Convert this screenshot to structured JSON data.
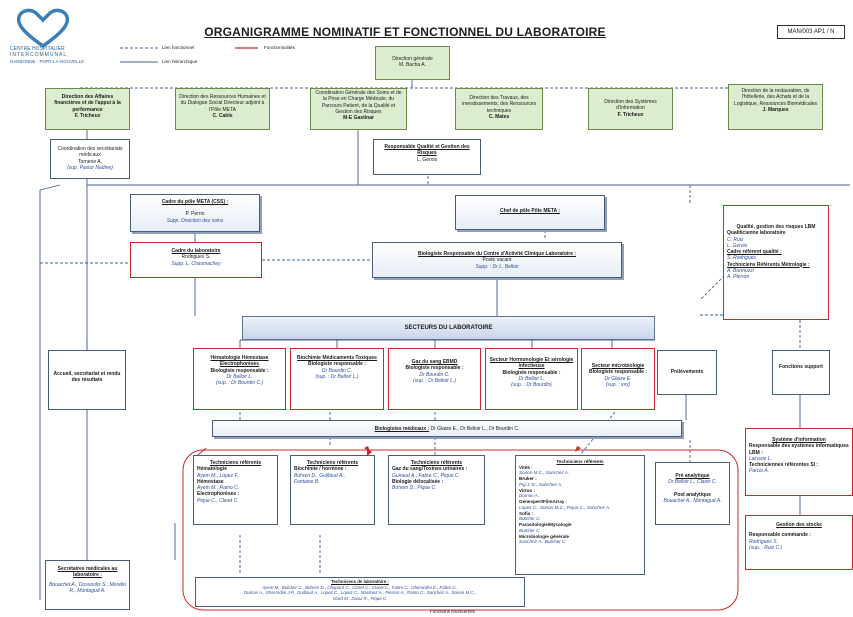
{
  "header": {
    "logo_line1": "CENTRE HOSPITALIER",
    "logo_line2": "INTERCOMMUNAL",
    "logo_line3": "NARBONNE · PORT-LA-NOUVELLE",
    "title": "ORGANIGRAMME NOMINATIF ET FONCTIONNEL DU LABORATOIRE",
    "ref": "MAN/003 AP1 / N"
  },
  "legend": {
    "functional": "Lien fonctionnel",
    "hierarchical": "Lien hiérarchique",
    "fonctionnalites": "Fonctionnalités"
  },
  "direction_generale": {
    "title": "Direction générale",
    "name": "M. Bacha A."
  },
  "directions": [
    {
      "title": "Direction des Affaires financières et de l'appui à la performance",
      "name": "F. Tricheux"
    },
    {
      "title": "Direction des Ressources Humaines et du Dialogue Social Directeur adjoint à l'Pôle META",
      "name": "C. Cable"
    },
    {
      "title": "Coordination Générale des Soins et de la Prise en Charge Médicale, du Parcours Patient, de la Qualité et Gestion des Risques",
      "name": "M-E Gastinar"
    },
    {
      "title": "Direction des Travaux, des investissements, des Ressources techniques",
      "name": "C. Mates"
    },
    {
      "title": "Direction des Systèmes d'Information",
      "name": "F. Tricheux"
    },
    {
      "title": "Direction de la restauration, de l'hôtellerie, des Achats et de la Logistique, Ressources Biomédicales",
      "name": "J. Marques"
    }
  ],
  "coordination": {
    "title": "Coordination des secrétariats médicaux",
    "name": "Tornerie A.",
    "deputy": "(sup. Pastor Nadine)"
  },
  "rqgr": {
    "title": "Responsable Qualité et Gestion des Risques",
    "name": "L. Gerois"
  },
  "cadre_pole": {
    "title": "Cadre du pôle META (CSS) :",
    "name": "P. Perrin",
    "deputy": "Supp. Direction des soins"
  },
  "chef_pole": {
    "title": "Chef de pôle Pôle META :"
  },
  "cadre_labo": {
    "title": "Cadre du laboratoire",
    "name": "Rodrigues S.",
    "deputy": "Supp. L. Chasmachey"
  },
  "biologiste_resp": {
    "title": "Biologiste Responsable du Centre d'Activité Clinique Laboratoire :",
    "name": "Poste vacant",
    "deputy": "Supp. : Dr L. Belloir"
  },
  "qualite": {
    "title": "Qualité, gestion des risques LBM",
    "l1": "Qualiticienne laboratoire",
    "n1a": "C. Ruiz",
    "n1b": "L. Gerois",
    "l2": "Cadre référent qualité :",
    "n2": "S. Rodrigues",
    "l3": "Techniciens Référents Métrologie :",
    "n3a": "A. Bormuzzi",
    "n3b": "A. Pierron"
  },
  "secteurs_title": "SECTEURS DU LABORATOIRE",
  "secteurs": [
    {
      "title": "Hématologie Hémostase Electrophorèses",
      "resp": "Biologiste responsable :",
      "name": "Dr Belloir L.",
      "supp": "(sup. : Dr Bourdin C.)"
    },
    {
      "title": "Biochimie Médicaments Toxiques",
      "resp": "Biologiste responsable :",
      "name": "Dr Bourdin C.",
      "supp": "(sup. : Dr Belloir L.)"
    },
    {
      "title": "Gaz du sang EBMD",
      "resp": "Biologiste responsable :",
      "name": "Dr Bourdin C.",
      "supp": "(sup. : Dr Belloir L.)"
    },
    {
      "title": "Secteur Hormonologie Et sérologie infectieuse",
      "resp": "Biologiste responsable :",
      "name": "Dr Belloir L.",
      "supp": "(sup. : Dr Bourdin)"
    },
    {
      "title": "Secteur microbiologie",
      "resp": "Biologiste responsable :",
      "name": "Dr Glaize E.",
      "supp": "(sup. : xxx)"
    }
  ],
  "prelevements": "Prélèvements",
  "fonctions_support": "Fonctions support",
  "accueil": "Accueil, secrétariat et rendu des résultats",
  "biologistes_medicaux": {
    "label": "Biologistes médicaux :",
    "names": "Dr Glaize E., Dr Belloir L., Dr Bourdin C."
  },
  "techniciens": [
    {
      "title": "Techniciens référents",
      "lines": [
        "Hématologie",
        "Ayem M., Lopez F.",
        "Hémostase",
        "Ayem M., Ramo C.",
        "Electrophorèses :",
        "Pique C., Claret C."
      ]
    },
    {
      "title": "Techniciens référents",
      "lines": [
        "Biochimie / hormone :",
        "Bohren D., Guillaud A.,",
        "Fontaine B."
      ]
    },
    {
      "title": "Techniciens référents",
      "lines": [
        "Gaz du sang/Toxines urinaires :",
        "Guiraud A., Fabre C., Pique C.",
        "Biologie délocalisée :",
        "Bohren D., Pique C."
      ]
    },
    {
      "title": "Techniciens référents",
      "lines": [
        "Vitek :",
        "Sorion M.C., Sanchez A.",
        "Bruker :",
        "Pig J.-E., Sanchez A.",
        "Virtuo :",
        "Dumas A.",
        "Genexpert/FilmArray :",
        "Lopez C., Sorion M.C., Pique C., Sanchez A.",
        "Sofia :",
        "Butcher C.",
        "Parasitologie/Mycologie",
        "Butcher C.",
        "Microbiologie générale",
        "Sanchez A., Butcher C."
      ]
    }
  ],
  "pre_analytique": {
    "title": "Pré analytique",
    "names": "Dr Belloir L., Claret C.",
    "post": "Post analytique",
    "post_names": "Bouachet A., Montagud A."
  },
  "sys_info": {
    "title": "Système d'information",
    "l1": "Responsable des systèmes informatiques LBM :",
    "n1": "Lacoste L.",
    "l2": "Techniciennes référentes SI :",
    "n2": "Parcio A."
  },
  "stocks": {
    "title": "Gestion des stocks",
    "l1": "Responsable commande :",
    "n1": "Rodrigues S.",
    "n2": "(sup. : Ruiz C.)"
  },
  "secretaires": {
    "title": "Secrétaires médicales au laboratoire :",
    "names": "Bouachet A., Dossoulis S., Morello R., Montagud A."
  },
  "tech_labo": {
    "title": "Techniciens de laboratoire :",
    "line1": "Ayem M., Butcher C., Bohren D., Chopard C., Claret C., Claret C., Fabre C., Gherardini E., Fabre C.,",
    "line2": "Dumas A., Gherardini J-P., Guillaud A., Lopez C., Lopez C., Martinez A., Pierron A., Ramo C., Sanchez A., Sorion M.C.,",
    "line3": "Viard M., Zaoui R., Pique C."
  },
  "footer": "Fonctions transverses"
}
